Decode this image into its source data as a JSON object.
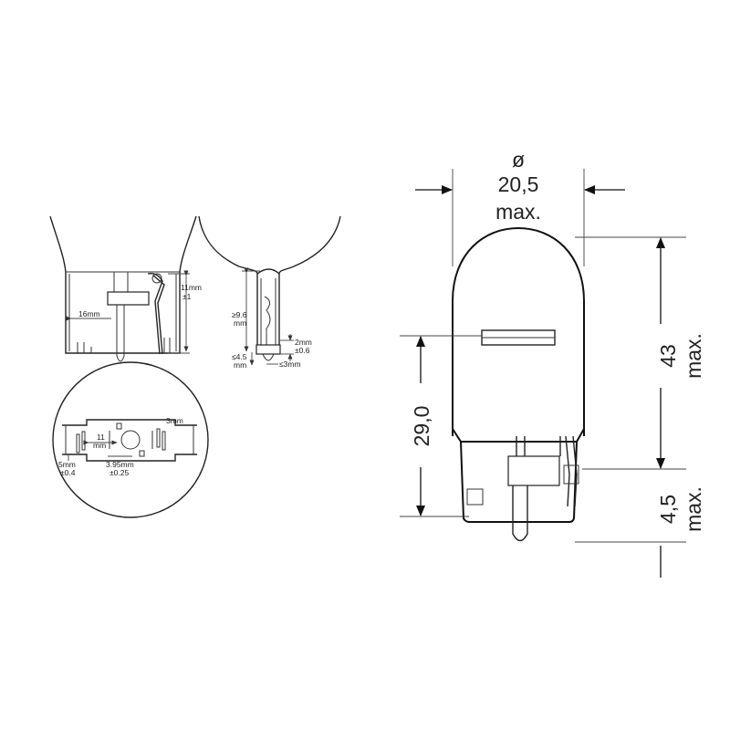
{
  "main_bulb": {
    "diameter_symbol": "ø",
    "diameter_value": "20,5",
    "diameter_suffix": "max.",
    "height_value": "43",
    "height_suffix": "max.",
    "base_value": "4,5",
    "base_suffix": "max.",
    "light_center_value": "29,0"
  },
  "detail_side": {
    "base_width": "16mm",
    "contact_height": "11mm",
    "contact_height_tol": "±1"
  },
  "detail_profile": {
    "min_height": "≥9.6",
    "min_height_unit": "mm",
    "max_tip": "≤4.5",
    "max_tip_unit": "mm",
    "wire_len": "2mm",
    "wire_len_tol": "±0.6",
    "wire_dia": "≤3mm"
  },
  "detail_bottom": {
    "top_right": "3mm",
    "center_value": "11",
    "center_unit": "mm",
    "left_value": "5mm",
    "left_tol": "±0.4",
    "mid_value": "3.95mm",
    "mid_tol": "±0.25"
  },
  "colors": {
    "line": "#222222",
    "background": "#ffffff"
  }
}
